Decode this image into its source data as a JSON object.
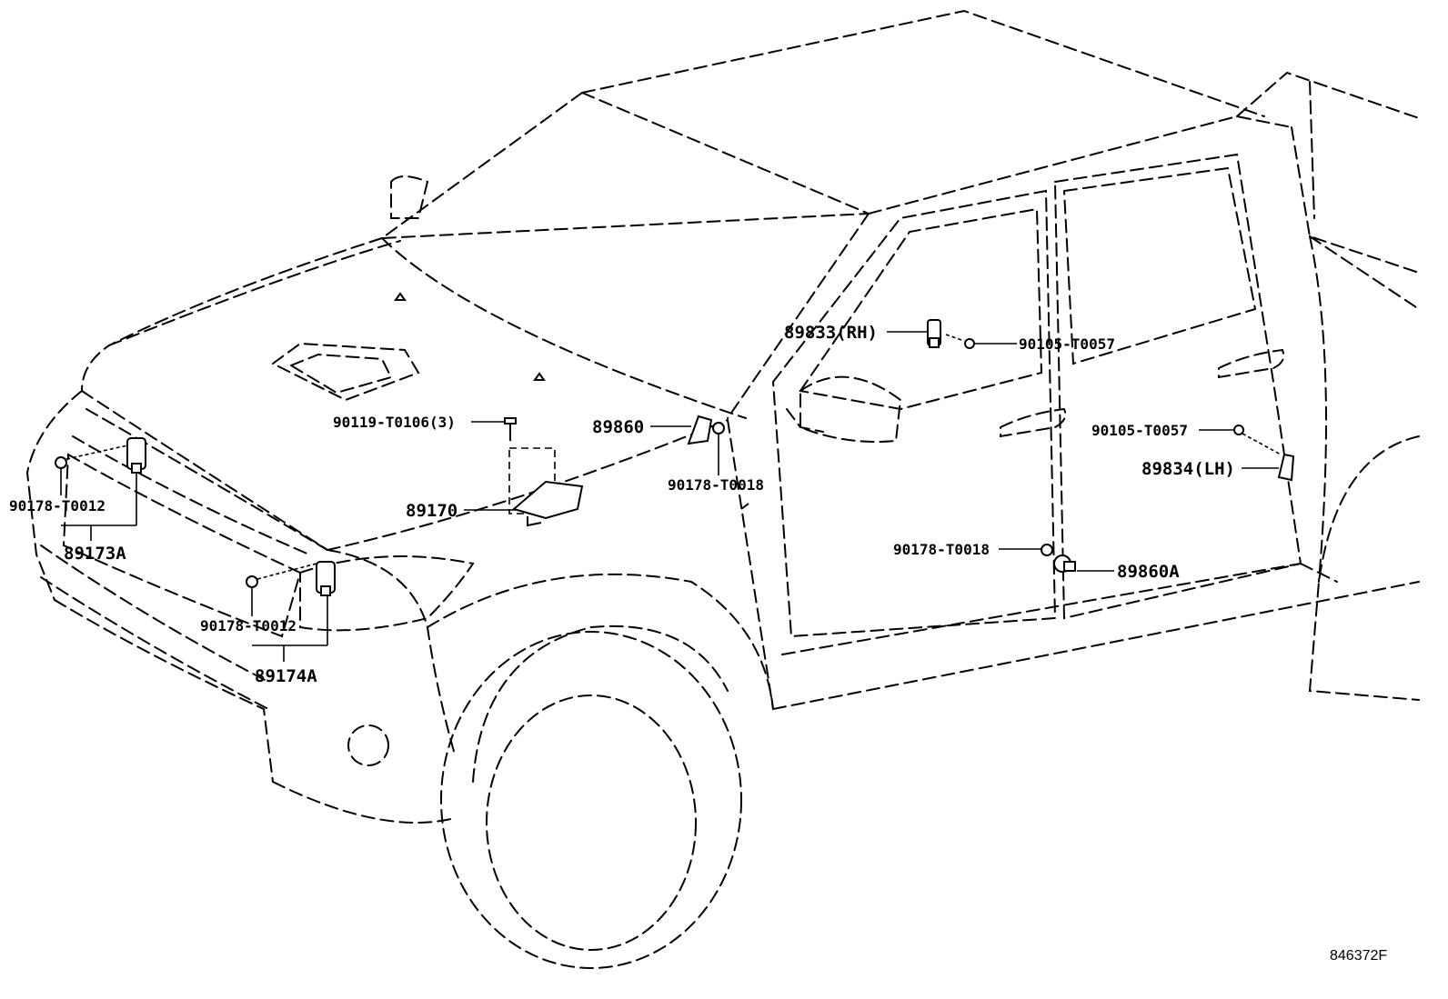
{
  "diagram": {
    "callouts": {
      "p89833": "89833(RH)",
      "p90105a": "90105-T0057",
      "p90119": "90119-T0106(3)",
      "p89860": "89860",
      "p90105b": "90105-T0057",
      "p89834": "89834(LH)",
      "p90178a": "90178-T0012",
      "p89173a": "89173A",
      "p89170": "89170",
      "p90178b": "90178-T0018",
      "p90178c": "90178-T0018",
      "p89860a": "89860A",
      "p90178d": "90178-T0012",
      "p89174a": "89174A"
    },
    "reference_code": "846372F"
  }
}
